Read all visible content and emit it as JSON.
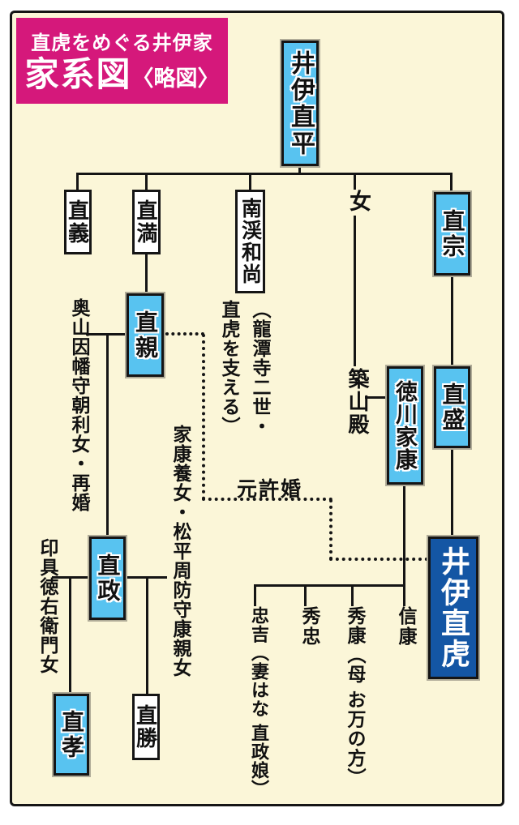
{
  "title": {
    "line1": "直虎をめぐる井伊家",
    "line2_main": "家系図",
    "line2_note": "〈略図〉"
  },
  "colors": {
    "background": "#FBF6D8",
    "title_pink": "#D5187B",
    "box_cyan": "#58C3F0",
    "box_blue": "#1456A4",
    "line_black": "#151515"
  },
  "nodes": {
    "naohira": {
      "label": "井伊直平"
    },
    "naoyoshi": {
      "label": "直義"
    },
    "naomitsu": {
      "label": "直満"
    },
    "nankei": {
      "label": "南渓和尚"
    },
    "nankei_note": {
      "label": "（龍潭寺二世・直虎を支える）"
    },
    "onna": {
      "label": "女"
    },
    "naomune": {
      "label": "直宗"
    },
    "naochika": {
      "label": "直親"
    },
    "okuyama": {
      "label": "奥山因幡守朝利女・再婚"
    },
    "tsukiyama": {
      "label": "築山殿"
    },
    "ieyasu": {
      "label": "徳川家康"
    },
    "naomori": {
      "label": "直盛"
    },
    "naotora": {
      "label": "井伊直虎"
    },
    "moto_iinazuke": {
      "label": "元許婚"
    },
    "naomasa": {
      "label": "直政"
    },
    "ingu": {
      "label": "印具徳右衛門女"
    },
    "matsudaira": {
      "label": "家康養女・松平周防守康親女"
    },
    "naotaka": {
      "label": "直孝"
    },
    "naokatsu": {
      "label": "直勝"
    },
    "tadayoshi": {
      "label": "忠吉（妻はな 直政娘）"
    },
    "hidetada": {
      "label": "秀忠"
    },
    "hideyasu": {
      "label": "秀康（母 お万の方）"
    },
    "nobuyasu": {
      "label": "信康"
    }
  }
}
